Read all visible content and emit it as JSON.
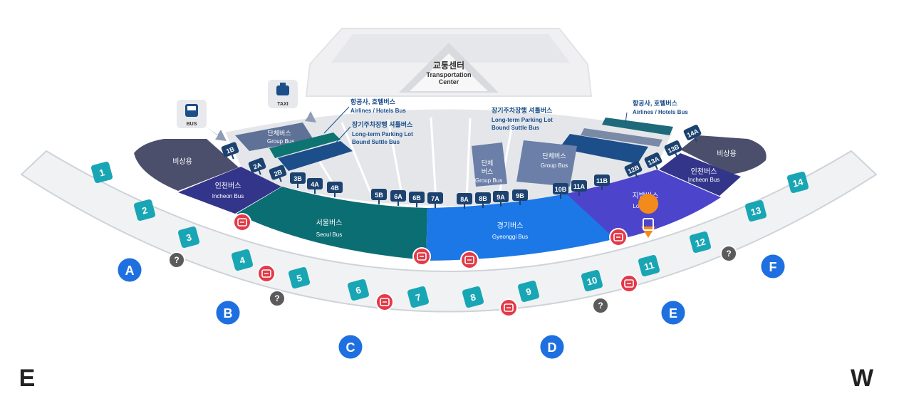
{
  "center": {
    "ko": "교통센터",
    "en1": "Transportation",
    "en2": "Center"
  },
  "icons": {
    "bus_label": "BUS",
    "taxi_label": "TAXI"
  },
  "zones": {
    "emergency_left": "비상용",
    "emergency_right": "비상용",
    "group_left_ko": "단체버스",
    "group_left_en": "Group Bus",
    "group_mid_ko1": "단체",
    "group_mid_ko2": "버스",
    "group_mid_en": "Group Bus",
    "group_right_ko": "단체버스",
    "group_right_en": "Group Bus",
    "incheon_left_ko": "인천버스",
    "incheon_left_en": "Incheon Bus",
    "incheon_right_ko": "인천버스",
    "incheon_right_en": "Incheon Bus",
    "seoul_ko": "서울버스",
    "seoul_en": "Seoul Bus",
    "gyeonggi_ko": "경기버스",
    "gyeonggi_en": "Gyeonggi Bus",
    "local_ko": "지방버스",
    "local_en": "Local Bus"
  },
  "callouts": {
    "airlines_left_ko": "항공사, 호텔버스",
    "airlines_left_en": "Airlines / Hotels Bus",
    "parking_left_ko": "장기주차장행 셔틀버스",
    "parking_left_en1": "Long-term Parking Lot",
    "parking_left_en2": "Bound Suttle Bus",
    "parking_right_ko": "장기주차장행 셔틀버스",
    "parking_right_en1": "Long-term Parking Lot",
    "parking_right_en2": "Bound Suttle Bus",
    "airlines_right_ko": "항공사, 호텔버스",
    "airlines_right_en": "Airlines / Hotels Bus"
  },
  "stops": [
    "1B",
    "2A",
    "2B",
    "3B",
    "4A",
    "4B",
    "5B",
    "6A",
    "6B",
    "7A",
    "8A",
    "8B",
    "9A",
    "9B",
    "10B",
    "11A",
    "11B",
    "12B",
    "13A",
    "13B",
    "14A"
  ],
  "gates": [
    "1",
    "2",
    "3",
    "4",
    "5",
    "6",
    "7",
    "8",
    "9",
    "10",
    "11",
    "12",
    "13",
    "14"
  ],
  "entrances": [
    "A",
    "B",
    "C",
    "D",
    "E",
    "F"
  ],
  "info_icon_glyph": "?",
  "directions": {
    "left": "E",
    "right": "W"
  },
  "colors": {
    "teal": "#19a6b4",
    "blue": "#1e6fe0",
    "seoul": "#0b6e73",
    "gyeonggi": "#1c78e6",
    "local": "#4d44cc",
    "incheon": "#33358a",
    "emergency": "#4b4f6b",
    "group": "#5e7197",
    "navy": "#1c4270",
    "red": "#e33a48",
    "orange": "#f28a1c"
  }
}
